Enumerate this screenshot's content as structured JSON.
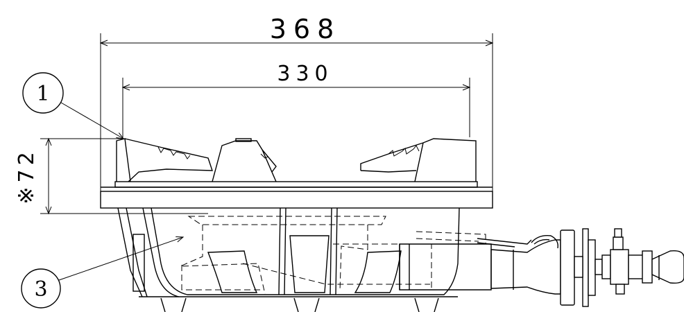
{
  "dimensions": {
    "overall_width": "368",
    "inner_width": "330",
    "height": "※72"
  },
  "callouts": {
    "part_1": "1",
    "part_3": "3"
  }
}
